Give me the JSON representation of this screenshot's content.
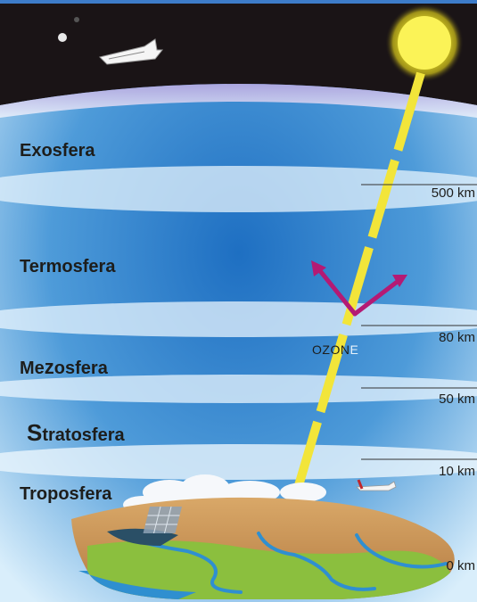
{
  "colors": {
    "space": "#1a1416",
    "sky_deep": "#1f74c4",
    "sky_light": "#d6ecfa",
    "sun": "#f6ee2a",
    "sun_ray": "#f2e53a",
    "reflection_arrow": "#b41a74",
    "land": "#c89a5e",
    "grass": "#8bbf3e",
    "water": "#2f8fd0"
  },
  "layers": [
    {
      "id": "exosphere",
      "label": "Exosfera"
    },
    {
      "id": "thermosphere",
      "label": "Termosfera"
    },
    {
      "id": "mesosphere",
      "label_parts": [
        "Me",
        "z",
        "osfera"
      ]
    },
    {
      "id": "stratosphere",
      "label_first": "S",
      "label_rest": "tratosfera"
    },
    {
      "id": "troposphere",
      "label": "Troposfera"
    }
  ],
  "altitudes": [
    {
      "label": "500 km"
    },
    {
      "label": "80 km"
    },
    {
      "label": "50 km"
    },
    {
      "label": "10 km"
    },
    {
      "label": "0 km"
    }
  ],
  "ozone": {
    "label": "OZON",
    "suffix": "E"
  }
}
